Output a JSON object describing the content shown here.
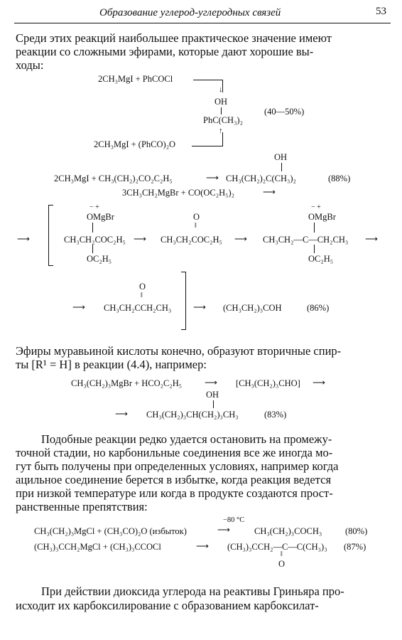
{
  "header": {
    "title": "Образование углерод-углеродных связей",
    "page_number": "53"
  },
  "para1": {
    "line1": "Среди этих реакций наибольшее практическое значение имеют",
    "line2": "реакции со сложными эфирами, которые дают хорошие вы-",
    "line3": "ходы:"
  },
  "scheme1": {
    "top_reactants": "2CH₃MgI + PhCOCl",
    "oh": "OH",
    "product": "PhC(CH₃)₂",
    "bottom_reactants": "2CH₃MgI + (PhCO)₂O",
    "yield": "(40—50%)"
  },
  "scheme2": {
    "oh": "OH",
    "reactants": "2CH₃MgI + CH₃(CH₂)₂CO₂C₂H₅",
    "product": "CH₃(CH₂)₂C(CH₃)₂",
    "yield": "(88%)"
  },
  "scheme3": {
    "reactants": "3CH₃CH₂MgBr + CO(OC₂H₅)₂",
    "int1_charges": "− +",
    "int1_top": "OMgBr",
    "int1_main": "CH₃CH₂COC₂H₅",
    "int1_bottom": "OC₂H₅",
    "int2_top": "O",
    "int2_main": "CH₃CH₂COC₂H₅",
    "int3_charges": "− +",
    "int3_top": "OMgBr",
    "int3_main": "CH₃CH₂—C—CH₂CH₃",
    "int3_bottom": "OC₂H₅",
    "ketone_top": "O",
    "ketone_main": "CH₃CH₂CCH₂CH₃",
    "product": "(CH₃CH₂)₃COH",
    "yield": "(86%)"
  },
  "para2": {
    "line1": "Эфиры муравьиной кислоты конечно, образуют вторичные спир-",
    "line2": "ты [R¹ = H] в реакции (4.4), например:"
  },
  "scheme4": {
    "reactants": "CH₃(CH₂)₃MgBr + HCO₂C₂H₅",
    "intermediate": "[CH₃(CH₂)₃CHO]",
    "oh": "OH",
    "product": "CH₃(CH₂)₃CH(CH₂)₃CH₃",
    "yield": "(83%)"
  },
  "para3": {
    "line1": "Подобные реакции редко удается остановить на промежу-",
    "line2": "точной стадии, но карбонильные соединения все же иногда мо-",
    "line3": "гут быть получены при определенных условиях, например когда",
    "line4": "ацильное соединение берется в избытке, когда реакция ведется",
    "line5": "при низкой температуре или когда в продукте создаются прост-",
    "line6": "ранственные препятствия:"
  },
  "scheme5": {
    "r1_reactants": "CH₃(CH₂)₃MgCl + (CH₃CO)₂O (избыток)",
    "r1_condition": "−80 °C",
    "r1_product": "CH₃(CH₂)₃COCH₃",
    "r1_yield": "(80%)",
    "r2_reactants": "(CH₃)₃CCH₂MgCl + (CH₃)₃CCOCl",
    "r2_product": "(CH₃)₃CCH₂—C—C(CH₃)₃",
    "r2_o": "O",
    "r2_yield": "(87%)"
  },
  "para4": {
    "line1": "При действии диоксида углерода на реактивы Гриньяра про-",
    "line2": "исходит их  карбоксилирование с образованием  карбоксилат-"
  }
}
